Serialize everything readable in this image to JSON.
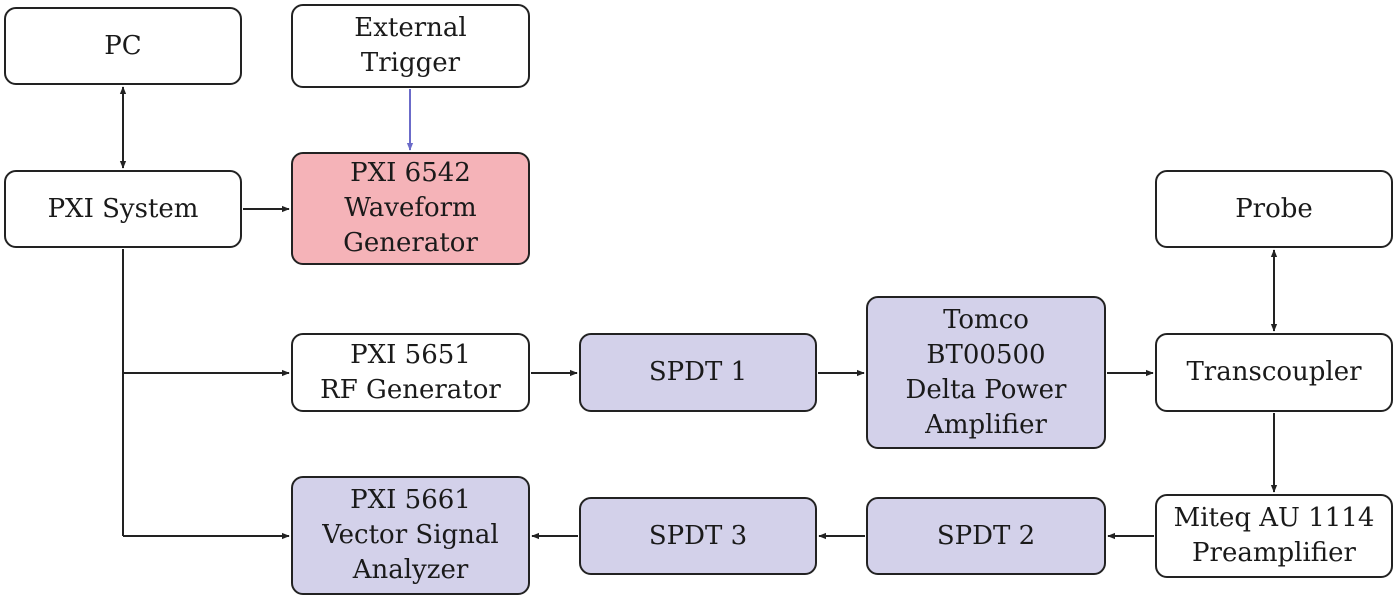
{
  "diagram": {
    "nodes": {
      "pc": {
        "label": "PC",
        "fill": "#ffffff"
      },
      "external_trigger": {
        "label": "External\nTrigger",
        "fill": "#ffffff"
      },
      "pxi_system": {
        "label": "PXI System",
        "fill": "#ffffff"
      },
      "waveform_generator": {
        "label": "PXI 6542\nWaveform\nGenerator",
        "fill": "#f5b3b8"
      },
      "probe": {
        "label": "Probe",
        "fill": "#ffffff"
      },
      "rf_generator": {
        "label": "PXI 5651\nRF Generator",
        "fill": "#ffffff"
      },
      "spdt1": {
        "label": "SPDT 1",
        "fill": "#d3d1ea"
      },
      "tomco": {
        "label": "Tomco\nBT00500\nDelta Power\nAmplifier",
        "fill": "#d3d1ea"
      },
      "transcoupler": {
        "label": "Transcoupler",
        "fill": "#ffffff"
      },
      "vector_signal_analyzer": {
        "label": "PXI 5661\nVector Signal\nAnalyzer",
        "fill": "#d3d1ea"
      },
      "spdt3": {
        "label": "SPDT 3",
        "fill": "#d3d1ea"
      },
      "spdt2": {
        "label": "SPDT 2",
        "fill": "#d3d1ea"
      },
      "miteq": {
        "label": "Miteq AU 1114\nPreamplifier",
        "fill": "#ffffff"
      }
    },
    "edges": [
      {
        "from": "pc",
        "to": "pxi_system",
        "bidirectional": true
      },
      {
        "from": "external_trigger",
        "to": "waveform_generator",
        "color": "#6b6bc9"
      },
      {
        "from": "pxi_system",
        "to": "waveform_generator"
      },
      {
        "from": "pxi_system",
        "to": "rf_generator"
      },
      {
        "from": "pxi_system",
        "to": "vector_signal_analyzer"
      },
      {
        "from": "rf_generator",
        "to": "spdt1"
      },
      {
        "from": "spdt1",
        "to": "tomco"
      },
      {
        "from": "tomco",
        "to": "transcoupler"
      },
      {
        "from": "probe",
        "to": "transcoupler",
        "bidirectional": true
      },
      {
        "from": "transcoupler",
        "to": "miteq"
      },
      {
        "from": "miteq",
        "to": "spdt2"
      },
      {
        "from": "spdt2",
        "to": "spdt3"
      },
      {
        "from": "spdt3",
        "to": "vector_signal_analyzer"
      }
    ],
    "colors": {
      "line": "#222222",
      "trigger_line": "#6b6bc9",
      "red_fill": "#f5b3b8",
      "blue_fill": "#d3d1ea"
    }
  }
}
